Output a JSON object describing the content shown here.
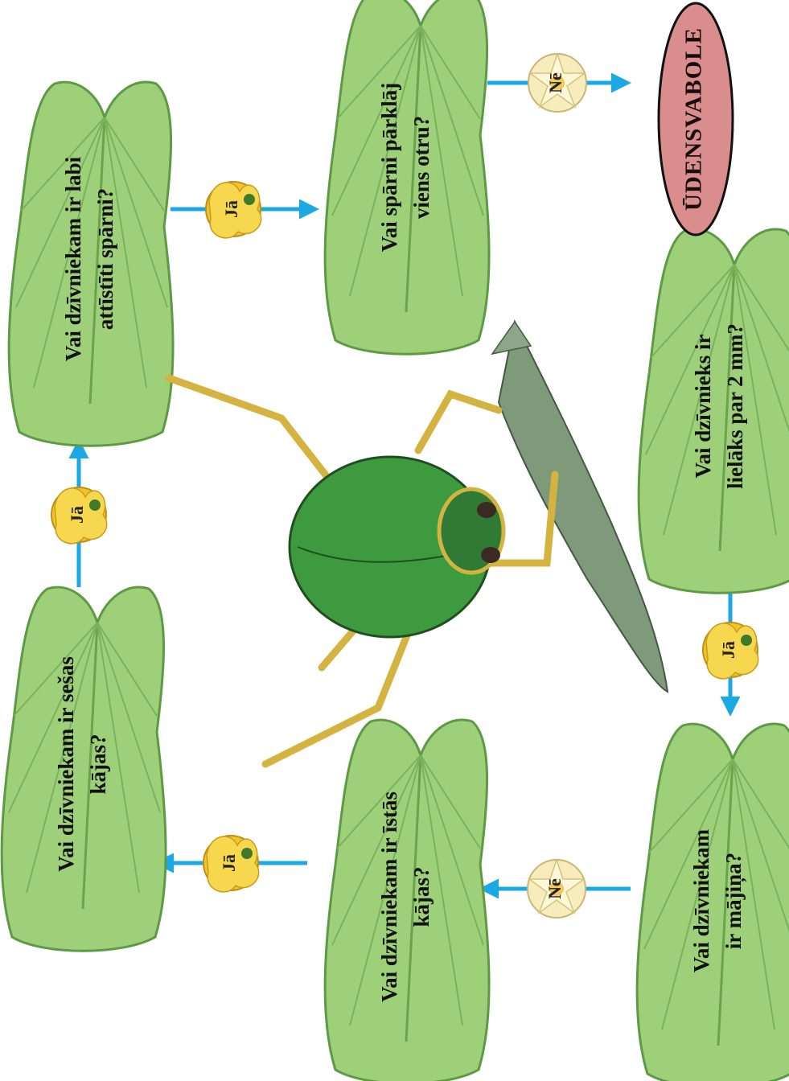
{
  "questions": {
    "q1": [
      "Vai dzīvniekam ir sešas",
      "kājas?"
    ],
    "q2": [
      "Vai dzīvniekam ir labi",
      "attīstīti spārni?"
    ],
    "q3": [
      "Vai spārni pārklāj",
      "viens otru?"
    ],
    "q4": [
      "Vai dzīvnieks ir",
      "lielāks par 2 mm?"
    ],
    "q5": [
      "Vai dzīvniekam",
      "ir mājiņa?"
    ],
    "q6": [
      "Vai dzīvniekam ir īstās",
      "kājas?"
    ]
  },
  "answers": {
    "a1": "Jā",
    "a2": "Jā",
    "a3": "Nē",
    "a4": "Jā",
    "a5": "Nē",
    "a6": "Jā"
  },
  "result": "ŪDENSVABOLE",
  "colors": {
    "arrow": "#1ba9e6",
    "leaf": "#9ed07a",
    "leaf_dark": "#5e9a45",
    "yes_flower": "#f1c52a",
    "no_flower": "#f7ecbc",
    "result_fill": "#d98d8d",
    "beetle_body": "#3d9a3f",
    "beetle_legs": "#d4b341"
  }
}
